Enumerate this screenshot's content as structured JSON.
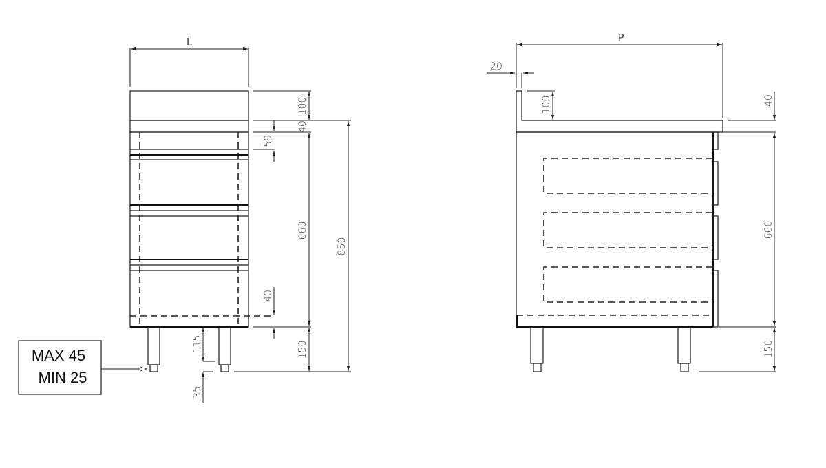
{
  "front_view": {
    "width_label": "L",
    "dims": {
      "top_upstand": "100",
      "worktop": "40",
      "first_drawer_gap": "59",
      "cabinet_height": "660",
      "bottom_shelf": "40",
      "overall_height": "850",
      "leg_height": "150",
      "leg_tube": "115",
      "foot_adjust": "35"
    },
    "note_box": {
      "line1": "MAX 45",
      "line2": "MIN 25"
    }
  },
  "side_view": {
    "depth_label": "P",
    "dims": {
      "upstand_thickness": "20",
      "upstand_height": "100",
      "worktop": "40",
      "cabinet_height": "660",
      "leg_height": "150"
    }
  },
  "colors": {
    "line": "#1a1a1a",
    "dimension_text": "#444444",
    "background": "#ffffff"
  }
}
